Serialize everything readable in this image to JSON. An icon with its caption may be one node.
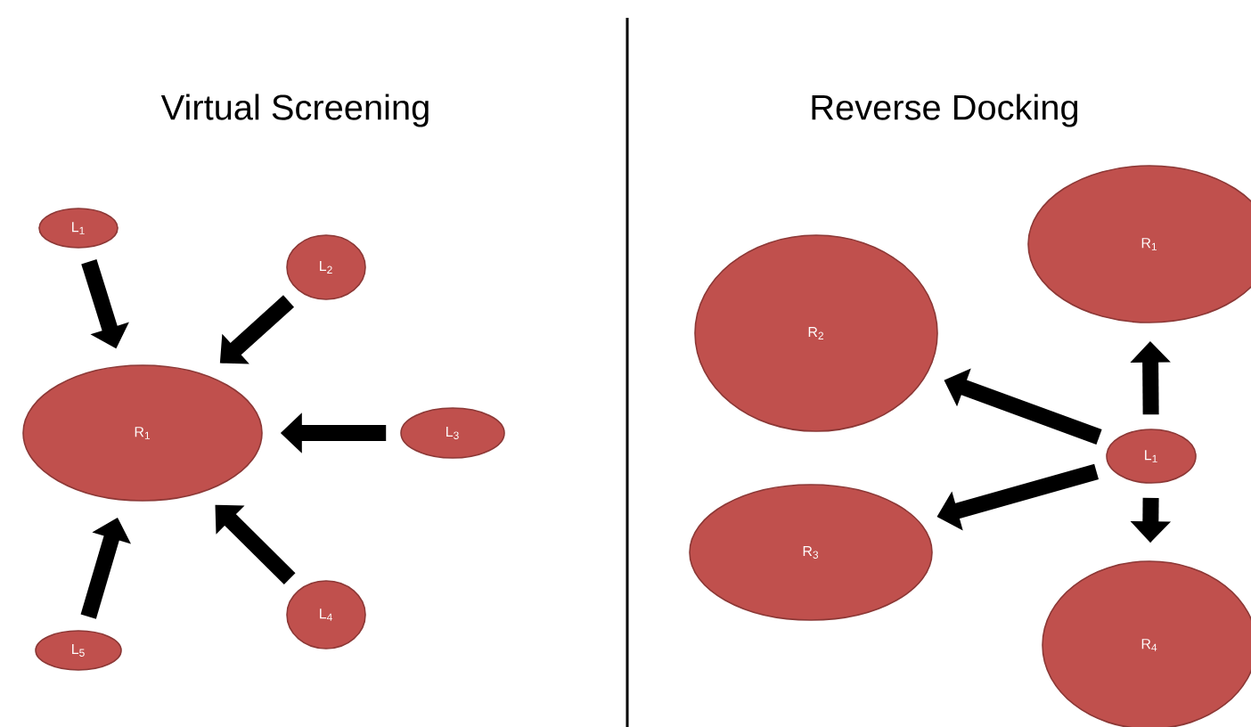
{
  "diagram": {
    "nodes": [
      {
        "text": [
          "L$_{1}$"
        ]
      },
      {
        "text": [
          "L$_{2}$"
        ]
      },
      {
        "text": [
          "R$_{1}$"
        ]
      },
      {
        "text": [
          "L$_{3}$"
        ]
      },
      {
        "text": [
          "L$_{4}$"
        ]
      },
      {
        "text": [
          "L$_{5}$"
        ]
      },
      {
        "text": [
          "R$_{1}$"
        ]
      },
      {
        "text": [
          "R$_{2}$"
        ]
      },
      {
        "text": [
          "L$_{1}$"
        ]
      },
      {
        "text": [
          "R$_{3}$"
        ]
      },
      {
        "text": [
          "R$_{4}$"
        ]
      }
    ],
    "edges": [
      {
        "from": 0,
        "to": 2,
        "arrow": "to"
      },
      {
        "from": 1,
        "to": 2,
        "arrow": "to"
      },
      {
        "from": 3,
        "to": 2,
        "arrow": "to"
      },
      {
        "from": 4,
        "to": 2,
        "arrow": "to"
      },
      {
        "from": 5,
        "to": 2,
        "arrow": "to"
      },
      {
        "from": 8,
        "to": 6,
        "arrow": "to"
      },
      {
        "from": 8,
        "to": 7,
        "arrow": "to"
      },
      {
        "from": 8,
        "to": 9,
        "arrow": "to"
      },
      {
        "from": 8,
        "to": 10,
        "arrow": "to"
      }
    ],
    "labels": [
      "Virtual Screening",
      "Reverse Docking"
    ]
  }
}
